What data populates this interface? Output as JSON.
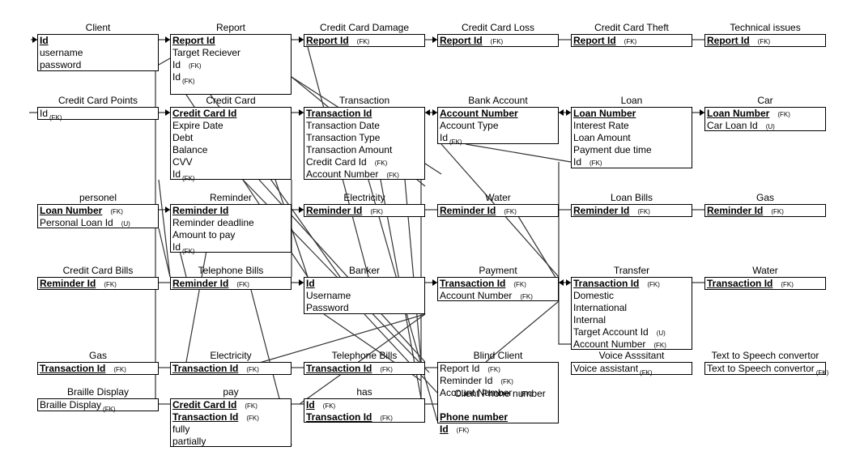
{
  "entities": [
    {
      "id": "client",
      "title": "Client",
      "attrs": [
        {
          "name": "Id",
          "pk": true
        },
        {
          "name": "username"
        },
        {
          "name": " password"
        }
      ]
    },
    {
      "id": "report",
      "title": "Report",
      "attrs": [
        {
          "name": "Report Id",
          "pk": true
        },
        {
          "name": "Target Reciever"
        },
        {
          "name": " Id",
          "tag": "(FK)"
        },
        {
          "name": "Id",
          "tag": "(FK)",
          "low": true
        }
      ]
    },
    {
      "id": "ccdamage",
      "title": "Credit Card Damage",
      "attrs": [
        {
          "name": "Report Id",
          "pk": true,
          "tag": "(FK)"
        }
      ]
    },
    {
      "id": "ccloss",
      "title": "Credit Card Loss",
      "attrs": [
        {
          "name": "Report Id",
          "pk": true,
          "tag": "(FK)"
        }
      ]
    },
    {
      "id": "cctheft",
      "title": "Credit Card Theft",
      "attrs": [
        {
          "name": "Report Id",
          "pk": true,
          "tag": "(FK)"
        }
      ]
    },
    {
      "id": "tech",
      "title": "Technical issues",
      "attrs": [
        {
          "name": "Report Id",
          "pk": true,
          "tag": "(FK)"
        }
      ]
    },
    {
      "id": "ccpoints",
      "title": "Credit Card Points",
      "attrs": [
        {
          "name": " Id",
          "tag": "(FK)",
          "low": true
        }
      ]
    },
    {
      "id": "creditcard",
      "title": "Credit Card",
      "attrs": [
        {
          "name": "Credit Card Id",
          "pk": true
        },
        {
          "name": "Expire Date"
        },
        {
          "name": "Debt"
        },
        {
          "name": "Balance"
        },
        {
          "name": "CVV"
        },
        {
          "name": " Id",
          "tag": "(FK)",
          "low": true
        }
      ]
    },
    {
      "id": "transaction",
      "title": "Transaction",
      "attrs": [
        {
          "name": "Transaction Id",
          "pk": true
        },
        {
          "name": "Transaction Date"
        },
        {
          "name": "Transaction Type"
        },
        {
          "name": "Transaction Amount"
        },
        {
          "name": "Credit Card Id",
          "tag": "(FK)"
        },
        {
          "name": "Account Number",
          "tag": "(FK)"
        }
      ]
    },
    {
      "id": "bank",
      "title": "Bank Account",
      "attrs": [
        {
          "name": "Account Number",
          "pk": true
        },
        {
          "name": "Account Type"
        },
        {
          "name": " Id",
          "tag": "(FK)",
          "low": true
        }
      ]
    },
    {
      "id": "loan",
      "title": "Loan",
      "attrs": [
        {
          "name": "Loan Number",
          "pk": true
        },
        {
          "name": "Interest Rate"
        },
        {
          "name": "Loan Amount"
        },
        {
          "name": "Payment due time"
        },
        {
          "name": " Id",
          "tag": "(FK)"
        }
      ]
    },
    {
      "id": "car",
      "title": "Car",
      "attrs": [
        {
          "name": "Loan Number",
          "pk": true,
          "tag": "(FK)"
        },
        {
          "name": "Car Loan Id",
          "tag": "(U)"
        }
      ]
    },
    {
      "id": "personel",
      "title": "personel",
      "attrs": [
        {
          "name": "Loan Number",
          "pk": true,
          "tag": "(FK)"
        },
        {
          "name": "Personal Loan Id",
          "tag": "(U)"
        }
      ]
    },
    {
      "id": "reminder",
      "title": "Reminder",
      "attrs": [
        {
          "name": "Reminder Id",
          "pk": true
        },
        {
          "name": "Reminder deadline"
        },
        {
          "name": "Amount to pay"
        },
        {
          "name": " Id",
          "tag": "(FK)",
          "low": true
        }
      ]
    },
    {
      "id": "electricity1",
      "title": "Electricity",
      "attrs": [
        {
          "name": "Reminder Id",
          "pk": true,
          "tag": "(FK)"
        }
      ]
    },
    {
      "id": "water1",
      "title": "Water",
      "attrs": [
        {
          "name": "Reminder Id",
          "pk": true,
          "tag": "(FK)"
        }
      ]
    },
    {
      "id": "loanbills",
      "title": "Loan Bills",
      "attrs": [
        {
          "name": "Reminder Id",
          "pk": true,
          "tag": "(FK)"
        }
      ]
    },
    {
      "id": "gas1",
      "title": "Gas",
      "attrs": [
        {
          "name": "Reminder Id",
          "pk": true,
          "tag": "(FK)"
        }
      ]
    },
    {
      "id": "ccbills",
      "title": "Credit Card Bills",
      "attrs": [
        {
          "name": "Reminder Id",
          "pk": true,
          "tag": "(FK)"
        }
      ]
    },
    {
      "id": "telbills1",
      "title": "Telephone Bills",
      "attrs": [
        {
          "name": "Reminder Id",
          "pk": true,
          "tag": "(FK)"
        }
      ]
    },
    {
      "id": "banker",
      "title": "Banker",
      "attrs": [
        {
          "name": "Id",
          "pk": true
        },
        {
          "name": "Username"
        },
        {
          "name": "Password"
        }
      ]
    },
    {
      "id": "payment",
      "title": "Payment",
      "attrs": [
        {
          "name": "Transaction Id",
          "pk": true,
          "tag": "(FK)"
        },
        {
          "name": "Account Number",
          "tag": "(FK)"
        }
      ]
    },
    {
      "id": "transfer",
      "title": "Transfer",
      "attrs": [
        {
          "name": "Transaction Id",
          "pk": true,
          "tag": "(FK)"
        },
        {
          "name": "Domestic"
        },
        {
          "name": "International"
        },
        {
          "name": "Internal"
        },
        {
          "name": "Target Account Id",
          "tag": "(U)"
        },
        {
          "name": "Account Number",
          "tag": "(FK)"
        }
      ]
    },
    {
      "id": "water2",
      "title": "Water",
      "attrs": [
        {
          "name": "Transaction Id",
          "pk": true,
          "tag": "(FK)"
        }
      ]
    },
    {
      "id": "gas2",
      "title": "Gas",
      "attrs": [
        {
          "name": "Transaction Id",
          "pk": true,
          "tag": "(FK)"
        }
      ]
    },
    {
      "id": "electricity2",
      "title": "Electricity",
      "attrs": [
        {
          "name": "Transaction Id",
          "pk": true,
          "tag": "(FK)"
        }
      ]
    },
    {
      "id": "telbills2",
      "title": "Telephone Bills",
      "attrs": [
        {
          "name": "Transaction Id",
          "pk": true,
          "tag": "(FK)"
        }
      ]
    },
    {
      "id": "blind",
      "title": "Blind Client",
      "attrs": [
        {
          "name": "Report Id",
          "tag": "(FK)"
        },
        {
          "name": "Reminder Id",
          "tag": "(FK)"
        },
        {
          "name": "Account Number",
          "tag": "(FK)"
        },
        {
          "name": "Client Phone number"
        },
        {
          "name": "Phone number",
          "pk": true
        },
        {
          "name": "Id",
          "pk": true,
          "tag": "(FK)"
        }
      ]
    },
    {
      "id": "voice",
      "title": "Voice Asssitant",
      "attrs": [
        {
          "name": "Voice assistant",
          "tag": "(FK)",
          "low": true
        }
      ]
    },
    {
      "id": "tts",
      "title": "Text to Speech convertor",
      "attrs": [
        {
          "name": "Text to Speech convertor",
          "tag": "(FK)",
          "low": true
        }
      ]
    },
    {
      "id": "braille",
      "title": "Braille Display",
      "attrs": [
        {
          "name": "Braille Display",
          "tag": "(FK)",
          "low": true
        }
      ]
    },
    {
      "id": "pay",
      "title": "pay",
      "attrs": [
        {
          "name": "Credit Card Id",
          "pk": true,
          "tag": "(FK)"
        },
        {
          "name": "Transaction Id",
          "pk": true,
          "tag": "(FK)"
        },
        {
          "name": "fully"
        },
        {
          "name": "partially"
        }
      ]
    },
    {
      "id": "has",
      "title": "has",
      "attrs": [
        {
          "name": "Id",
          "pk": true,
          "tag": "(FK)"
        },
        {
          "name": "Transaction Id",
          "pk": true,
          "tag": "(FK)"
        }
      ]
    }
  ]
}
